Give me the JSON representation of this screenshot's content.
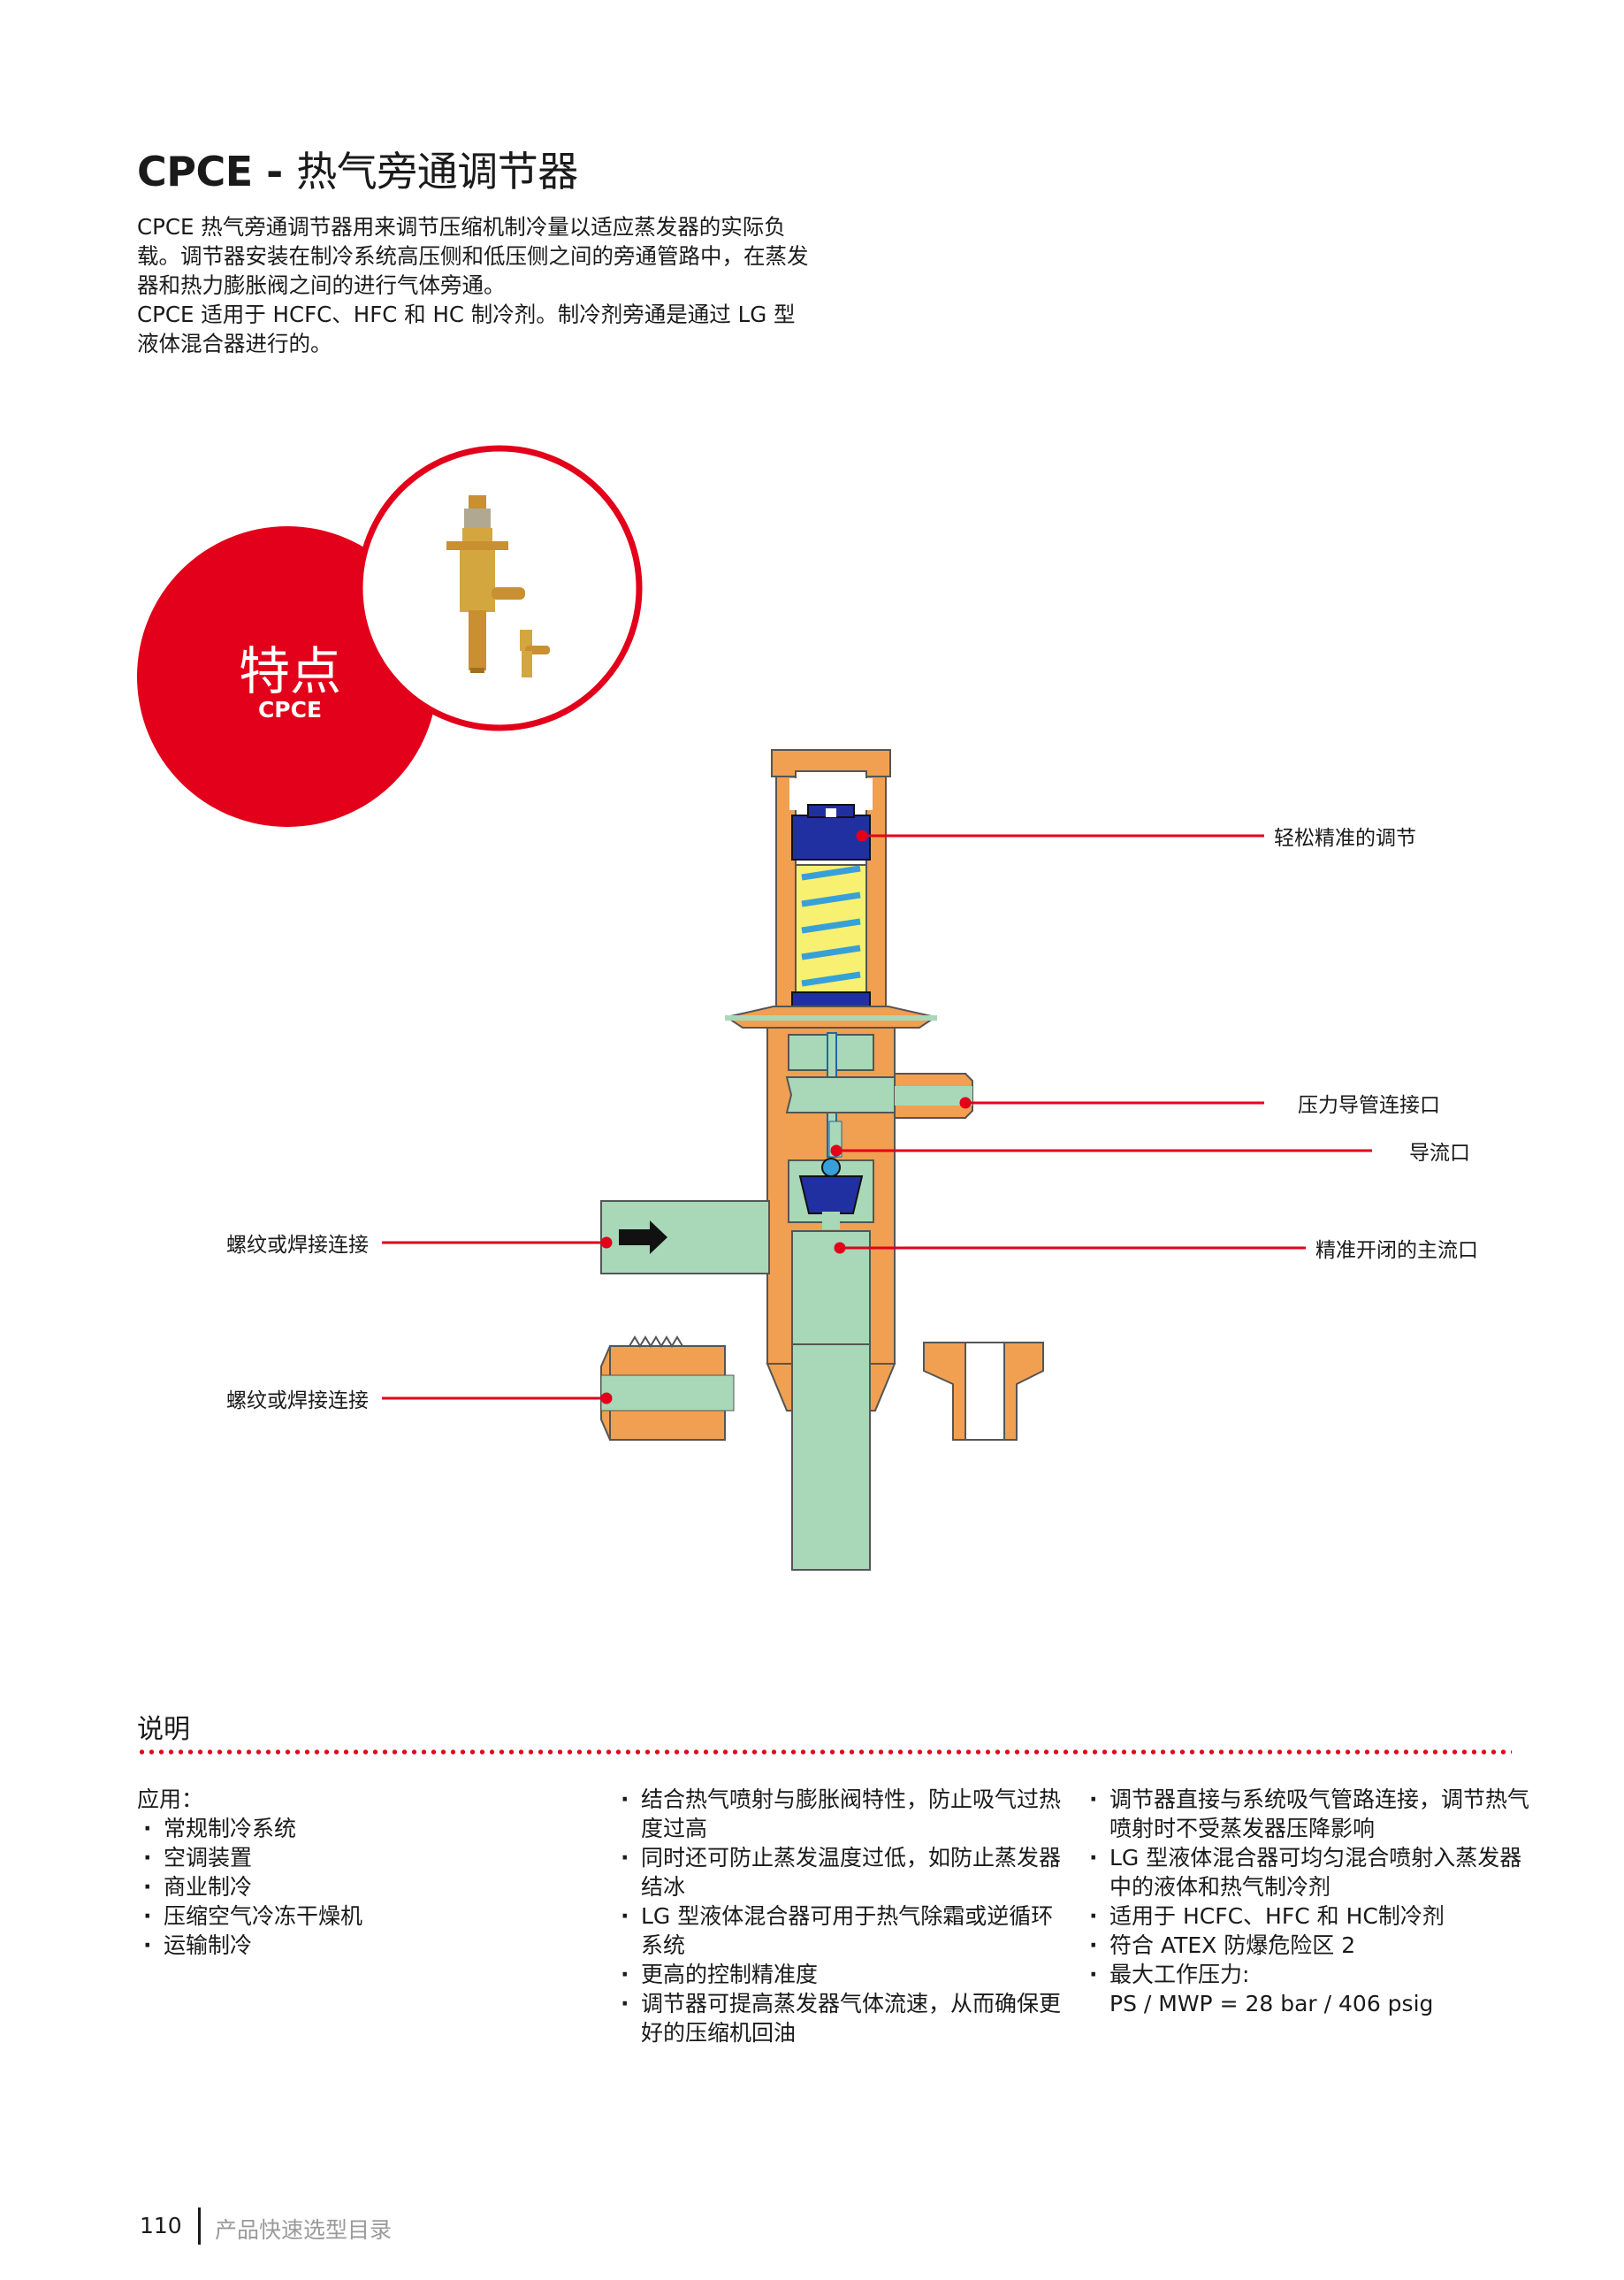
{
  "header": {
    "title_code": "CPCE",
    "title_sep": " - ",
    "title_cn": "热气旁通调节器"
  },
  "intro": {
    "p1": "CPCE 热气旁通调节器用来调节压缩机制冷量以适应蒸发器的实际负载。调节器安装在制冷系统高压侧和低压侧之间的旁通管路中，在蒸发器和热力膨胀阀之间的进行气体旁通。",
    "p2": "CPCE 适用于 HCFC、HFC 和 HC 制冷剂。制冷剂旁通是通过 LG 型液体混合器进行的。"
  },
  "badge": {
    "big": "特点",
    "small": "CPCE"
  },
  "callouts": {
    "adjust": "轻松精准的调节",
    "pilot_port": "压力导管连接口",
    "guide_port": "导流口",
    "main_port": "精准开闭的主流口",
    "thread_weld_1": "螺纹或焊接连接",
    "thread_weld_2": "螺纹或焊接连接"
  },
  "colors": {
    "brass": "#f0a050",
    "fluid": "#a8d8b8",
    "spring": "#f8f070",
    "seat": "#2030a0",
    "red": "#e2001a"
  },
  "description": {
    "title": "说明",
    "col1_head": "应用：",
    "col1": [
      "常规制冷系统",
      "空调装置",
      "商业制冷",
      "压缩空气冷冻干燥机",
      "运输制冷"
    ],
    "col2": [
      "结合热气喷射与膨胀阀特性，防止吸气过热度过高",
      "同时还可防止蒸发温度过低，如防止蒸发器结冰",
      "LG 型液体混合器可用于热气除霜或逆循环系统",
      "更高的控制精准度",
      "调节器可提高蒸发器气体流速，从而确保更好的压缩机回油"
    ],
    "col3": [
      "调节器直接与系统吸气管路连接，调节热气喷射时不受蒸发器压降影响",
      "LG 型液体混合器可均匀混合喷射入蒸发器中的液体和热气制冷剂",
      "适用于 HCFC、HFC 和 HC制冷剂",
      "符合 ATEX 防爆危险区 2",
      "最大工作压力:\nPS / MWP = 28 bar / 406 psig"
    ]
  },
  "footer": {
    "page": "110",
    "text": "产品快速选型目录"
  }
}
